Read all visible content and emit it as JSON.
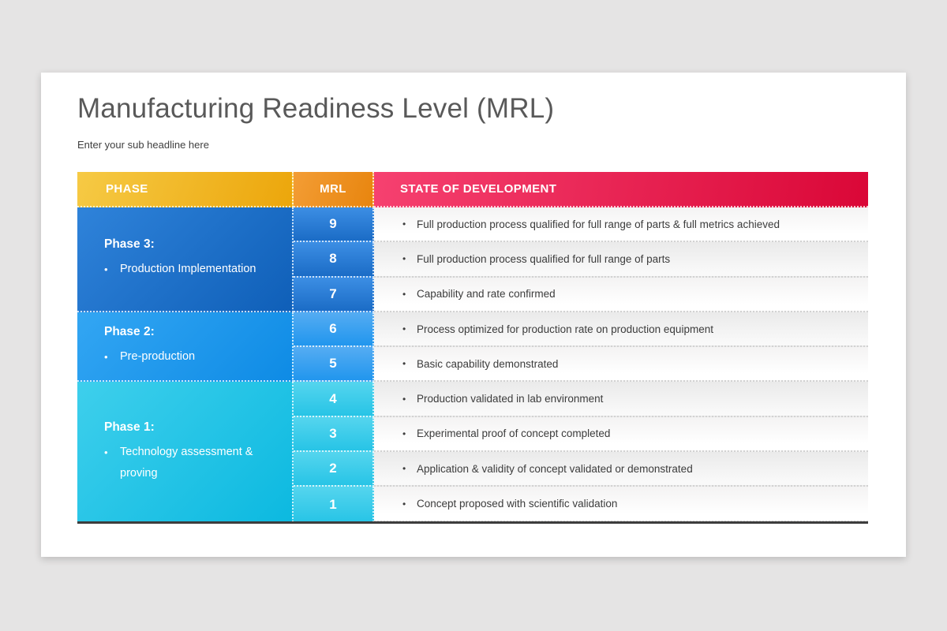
{
  "slide": {
    "title": "Manufacturing Readiness Level (MRL)",
    "subtitle": "Enter your sub headline here"
  },
  "table": {
    "bullet_glyph": "•",
    "headers": {
      "phase": "PHASE",
      "mrl": "MRL",
      "state": "STATE OF DEVELOPMENT"
    },
    "phases": [
      {
        "name": "Phase 3:",
        "description": "Production Implementation",
        "mrl_levels": "9-7"
      },
      {
        "name": "Phase 2:",
        "description": "Pre-production",
        "mrl_levels": "6-5"
      },
      {
        "name": "Phase 1:",
        "description": "Technology assessment & proving",
        "mrl_levels": "4-1"
      }
    ],
    "rows": [
      {
        "mrl": "9",
        "state": "Full production process qualified for full range of parts & full metrics achieved"
      },
      {
        "mrl": "8",
        "state": "Full production process qualified for full range of parts"
      },
      {
        "mrl": "7",
        "state": "Capability and rate confirmed"
      },
      {
        "mrl": "6",
        "state": "Process optimized for production rate on production equipment"
      },
      {
        "mrl": "5",
        "state": "Basic capability demonstrated"
      },
      {
        "mrl": "4",
        "state": "Production validated in lab environment"
      },
      {
        "mrl": "3",
        "state": "Experimental proof of concept completed"
      },
      {
        "mrl": "2",
        "state": "Application & validity of concept validated or demonstrated"
      },
      {
        "mrl": "1",
        "state": "Concept proposed with scientific validation"
      }
    ]
  },
  "colors": {
    "canvas_background": "#e5e4e4",
    "card_background": "#ffffff",
    "title_text": "#595959",
    "body_text": "#3c3c3c",
    "phase_header_gradient": [
      "#f6ca45",
      "#eca60b"
    ],
    "mrl_header_gradient": [
      "#f39d35",
      "#e8850e"
    ],
    "state_header_gradient": [
      "#f64170",
      "#da0737"
    ],
    "phase3_gradient": [
      "#2f83da",
      "#0f5fb8"
    ],
    "phase2_gradient": [
      "#33a6f3",
      "#0e8be5"
    ],
    "phase1_gradient": [
      "#3ecfec",
      "#0cb9e0"
    ],
    "table_bottom_border": "#3d3d3d"
  }
}
